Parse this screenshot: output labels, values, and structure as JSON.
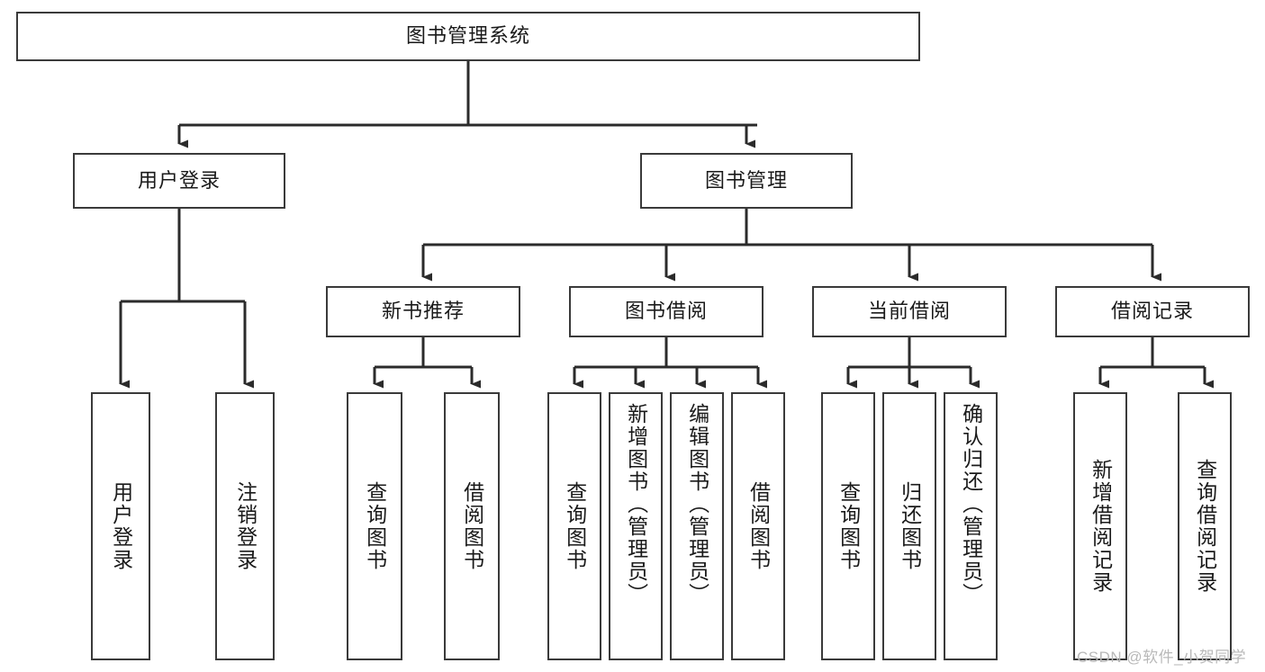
{
  "diagram": {
    "title": "图书管理系统",
    "type": "tree-hierarchy-chart",
    "watermark": "CSDN @软件_小贺同学",
    "colors": {
      "box_border": "#3a3a3a",
      "box_fill": "#ffffff",
      "edge": "#2b2b2b",
      "text": "#1a1a1a",
      "watermark": "#b9b9b9",
      "background": "#ffffff"
    },
    "nodes": {
      "root": {
        "label": "图书管理系统"
      },
      "level2": [
        {
          "id": "user-login",
          "label": "用户登录"
        },
        {
          "id": "book-management",
          "label": "图书管理"
        }
      ],
      "level3": [
        {
          "id": "new-book-recommend",
          "label": "新书推荐"
        },
        {
          "id": "book-borrow",
          "label": "图书借阅"
        },
        {
          "id": "current-borrow",
          "label": "当前借阅"
        },
        {
          "id": "borrow-record",
          "label": "借阅记录"
        }
      ],
      "leaves": {
        "user-login": [
          {
            "id": "leaf-user-login",
            "label": "用户登录"
          },
          {
            "id": "leaf-logout-login",
            "label": "注销登录"
          }
        ],
        "new-book-recommend": [
          {
            "id": "leaf-query-book-1",
            "label": "查询图书"
          },
          {
            "id": "leaf-borrow-book-1",
            "label": "借阅图书"
          }
        ],
        "book-borrow": [
          {
            "id": "leaf-query-book-2",
            "label": "查询图书"
          },
          {
            "id": "leaf-add-book",
            "label": "新增图书（管理员）"
          },
          {
            "id": "leaf-edit-book",
            "label": "编辑图书（管理员）"
          },
          {
            "id": "leaf-borrow-book-2",
            "label": "借阅图书"
          }
        ],
        "current-borrow": [
          {
            "id": "leaf-query-book-3",
            "label": "查询图书"
          },
          {
            "id": "leaf-return-book",
            "label": "归还图书"
          },
          {
            "id": "leaf-confirm-return",
            "label": "确认归还（管理员）"
          }
        ],
        "borrow-record": [
          {
            "id": "leaf-add-record",
            "label": "新增借阅记录"
          },
          {
            "id": "leaf-query-record",
            "label": "查询借阅记录"
          }
        ]
      }
    }
  }
}
